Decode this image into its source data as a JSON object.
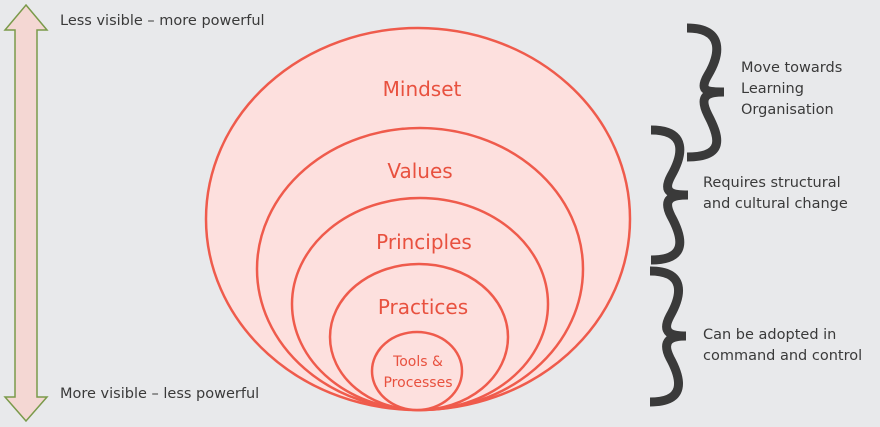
{
  "axis": {
    "top_label": "Less visible – more powerful",
    "bottom_label": "More visible – less powerful"
  },
  "layers": [
    {
      "label": "Mindset"
    },
    {
      "label": "Values"
    },
    {
      "label": "Principles"
    },
    {
      "label": "Practices"
    },
    {
      "label_line1": "Tools &",
      "label_line2": "Processes"
    }
  ],
  "groups": [
    {
      "line1": "Move towards",
      "line2": "Learning",
      "line3": "Organisation"
    },
    {
      "line1": "Requires structural",
      "line2": "and cultural change"
    },
    {
      "line1": "Can be adopted in",
      "line2": "command and control"
    }
  ],
  "colors": {
    "ring_fill": "#fde0de",
    "ring_stroke": "#ef5b4c",
    "ring_text": "#e8513f",
    "arrow_fill": "#f4d7d3",
    "arrow_stroke": "#7a9a4a",
    "brace": "#3a3a3a"
  }
}
